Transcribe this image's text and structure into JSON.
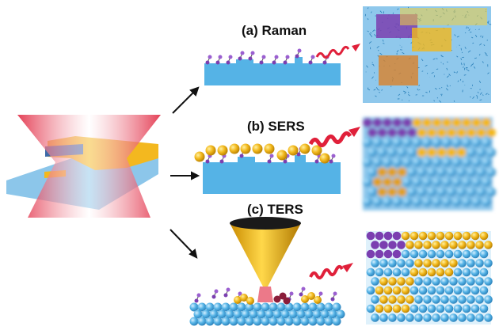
{
  "panels": [
    {
      "label": "(a) Raman"
    },
    {
      "label": "(b) SERS"
    },
    {
      "label": "(c) TERS"
    }
  ],
  "colors": {
    "substrate": "#55b3e6",
    "gold": "#f2b81c",
    "laser": "#e0203a",
    "molecule": "#7b3fb0",
    "map_bg": "#8fc8ec"
  }
}
